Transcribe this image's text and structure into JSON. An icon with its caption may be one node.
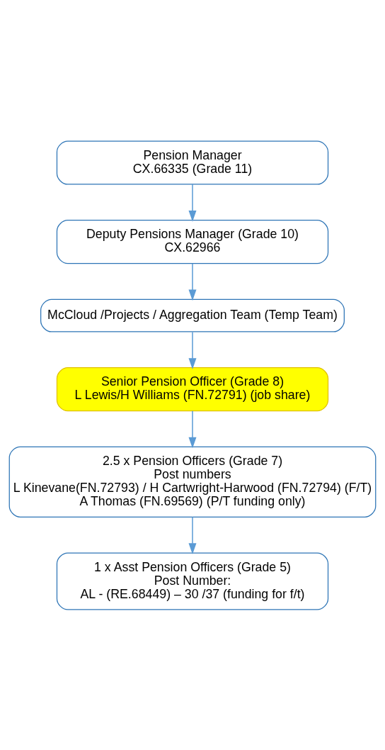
{
  "diagram": {
    "nodes": [
      {
        "text": [
          "Pension Manager",
          "CX.66335 (Grade 11)"
        ]
      },
      {
        "text": [
          "Deputy Pensions Manager (Grade 10)",
          "CX.62966"
        ]
      },
      {
        "text": [
          "McCloud /Projects / Aggregation Team (Temp Team)"
        ]
      },
      {
        "text": [
          "Senior Pension Officer (Grade 8)",
          "L Lewis/H Williams (FN.72791) (job share)"
        ]
      },
      {
        "text": [
          "2.5 x Pension Officers (Grade 7)",
          "Post numbers",
          "L Kinevane(FN.72793) / H Cartwright-Harwood (FN.72794) (F/T)",
          "A Thomas (FN.69569) (P/T funding only)"
        ]
      },
      {
        "text": [
          "1 x Asst Pension Officers (Grade 5)",
          "Post Number:",
          "AL - (RE.68449) – 30 /37 (funding for f/t)"
        ]
      }
    ],
    "edges": [
      {
        "from": 0,
        "to": 1,
        "arrow": "to"
      },
      {
        "from": 1,
        "to": 2,
        "arrow": "to"
      },
      {
        "from": 2,
        "to": 3,
        "arrow": "to"
      },
      {
        "from": 3,
        "to": 4,
        "arrow": "to"
      },
      {
        "from": 4,
        "to": 5,
        "arrow": "to"
      }
    ]
  }
}
